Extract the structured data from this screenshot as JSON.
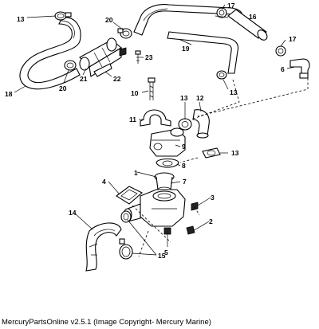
{
  "labels": {
    "l1": "1",
    "l2": "2",
    "l3": "3",
    "l4": "4",
    "l5": "5",
    "l6": "6",
    "l7": "7",
    "l8": "8",
    "l9": "9",
    "l10": "10",
    "l11": "11",
    "l12": "12",
    "l13a": "13",
    "l13b": "13",
    "l13c": "13",
    "l13d": "13",
    "l14": "14",
    "l15": "15",
    "l16": "16",
    "l17a": "17",
    "l17b": "17",
    "l18": "18",
    "l19": "19",
    "l20a": "20",
    "l20b": "20",
    "l21": "21",
    "l22": "22",
    "l23": "23"
  },
  "footer": {
    "text": "MercuryPartsOnline v2.5.1 (Image Copyright- Mercury Marine)"
  }
}
